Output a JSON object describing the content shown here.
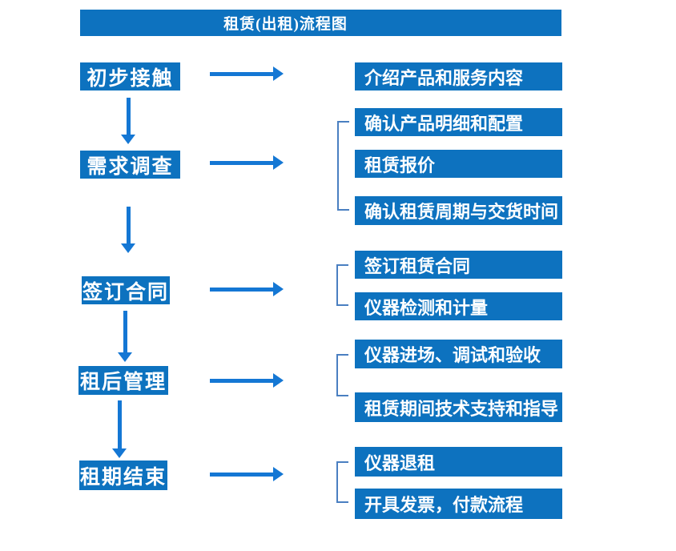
{
  "title": "租赁(出租)流程图",
  "colors": {
    "box_blue": "#0d72bf",
    "arrow_blue": "#1477d4",
    "bracket_blue": "#4a7fc1",
    "text_white": "#ffffff"
  },
  "flow": {
    "steps": [
      {
        "label": "初步接触",
        "details": [
          "介绍产品和服务内容"
        ]
      },
      {
        "label": "需求调查",
        "details": [
          "确认产品明细和配置",
          "租赁报价",
          "确认租赁周期与交货时间"
        ]
      },
      {
        "label": "签订合同",
        "details": [
          "签订租赁合同",
          "仪器检测和计量"
        ]
      },
      {
        "label": "租后管理",
        "details": [
          "仪器进场、调试和验收",
          "租赁期间技术支持和指导"
        ]
      },
      {
        "label": "租期结束",
        "details": [
          "仪器退租",
          "开具发票，付款流程"
        ]
      }
    ]
  }
}
